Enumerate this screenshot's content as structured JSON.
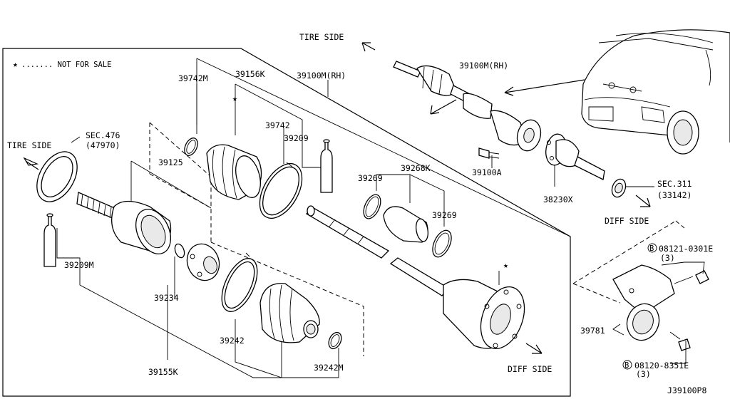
{
  "diagram_id": "J39100P8",
  "legend": {
    "star": "★",
    "text": "....... NOT FOR SALE"
  },
  "directions": {
    "tire_side_left": "TIRE SIDE",
    "tire_side_top": "TIRE SIDE",
    "diff_side_bottom": "DIFF SIDE",
    "diff_side_right": "DIFF SIDE"
  },
  "callouts": {
    "p39742m": "39742M",
    "p39156k": "39156K",
    "p39100m_rh_box": "39100M(RH)",
    "p39742": "39742",
    "p39209": "39209",
    "p39125": "39125",
    "p39269_a": "39269",
    "p39268k": "39268K",
    "p39269_b": "39269",
    "sec476": "SEC.476",
    "sec476_ref": "(47970)",
    "p39209m": "39209M",
    "p39234": "39234",
    "p39242": "39242",
    "p39155k": "39155K",
    "p39242m": "39242M",
    "p39100m_rh_top": "39100M(RH)",
    "p39100a": "39100A",
    "p38230x": "38230X",
    "sec311": "SEC.311",
    "sec311_ref": "(33142)",
    "bolt1": "08121-0301E",
    "bolt1_qty": "(3)",
    "p39781": "39781",
    "bolt2": "08120-8351E",
    "bolt2_qty": "(3)",
    "bolt_prefix": "B"
  }
}
